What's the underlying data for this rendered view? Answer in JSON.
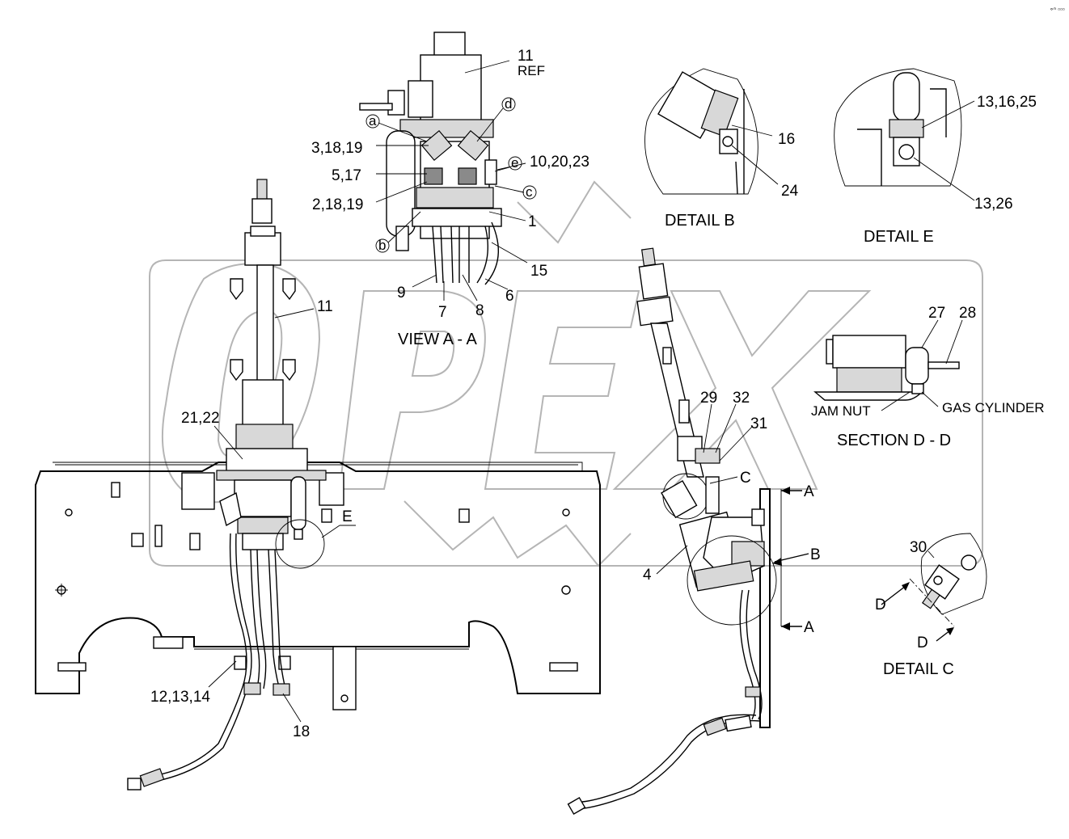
{
  "corner_mark": "∘ⁿ ▫▫▫",
  "watermark": {
    "text": "OPEX",
    "color": "#b5b5b5"
  },
  "view_aa": {
    "title": "VIEW  A - A",
    "labels": {
      "ref_num": "11",
      "ref_text": "REF",
      "c_a": "a",
      "c_b": "b",
      "c_c": "c",
      "c_d": "d",
      "c_e": "e",
      "l_3_18_19": "3,18,19",
      "l_5_17": "5,17",
      "l_2_18_19": "2,18,19",
      "l_10_20_23": "10,20,23",
      "l_1": "1",
      "l_15": "15",
      "l_9": "9",
      "l_7": "7",
      "l_8": "8",
      "l_6": "6"
    }
  },
  "detail_b": {
    "title": "DETAIL  B",
    "l_16": "16",
    "l_24": "24"
  },
  "detail_e": {
    "title": "DETAIL  E",
    "l_13_16_25": "13,16,25",
    "l_13_26": "13,26"
  },
  "section_dd": {
    "title": "SECTION  D - D",
    "l_27": "27",
    "l_28": "28",
    "jam_nut": "JAM NUT",
    "gas_cylinder": "GAS CYLINDER"
  },
  "detail_c": {
    "title": "DETAIL C",
    "l_30": "30",
    "d_top": "D",
    "d_bottom": "D"
  },
  "main_view": {
    "l_11": "11",
    "l_21_22": "21,22",
    "l_e": "E",
    "l_12_13_14": "12,13,14",
    "l_18": "18"
  },
  "side_view": {
    "l_29": "29",
    "l_32": "32",
    "l_31": "31",
    "l_c": "C",
    "l_a_top": "A",
    "l_b": "B",
    "l_a_bottom": "A",
    "l_4": "4"
  }
}
